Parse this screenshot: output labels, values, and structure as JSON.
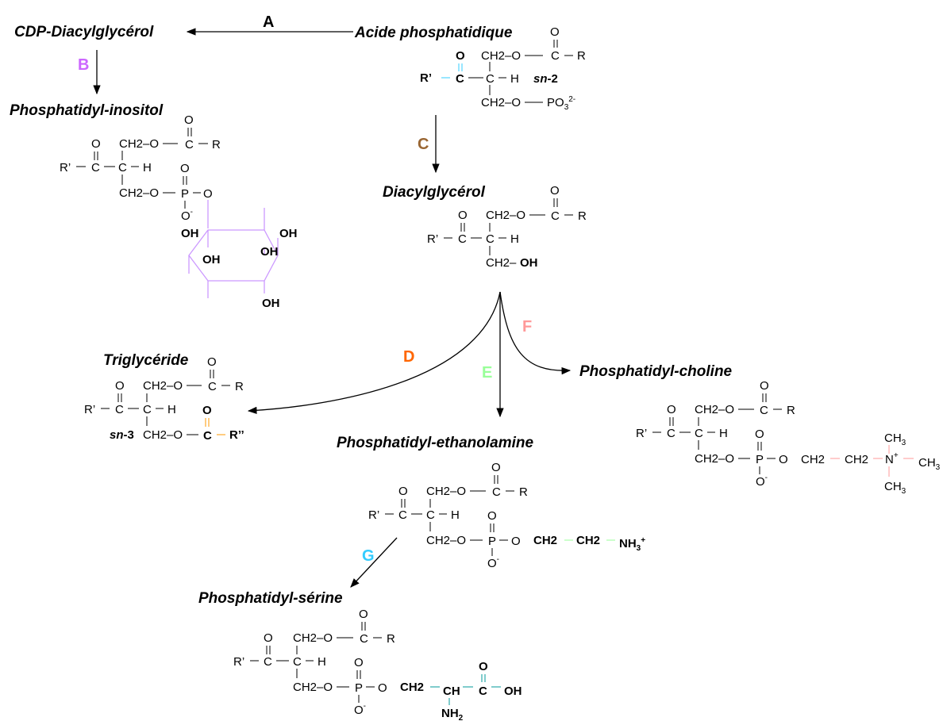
{
  "titles": {
    "cdp": "CDP-Diacylglycérol",
    "acide": "Acide phosphatidique",
    "pi": "Phosphatidyl-inositol",
    "dag": "Diacylglycérol",
    "tg": "Triglycéride",
    "pc": "Phosphatidyl-choline",
    "pe": "Phosphatidyl-ethanolamine",
    "ps": "Phosphatidyl-sérine"
  },
  "steps": {
    "a": "A",
    "b": "B",
    "c": "C",
    "d": "D",
    "e": "E",
    "f": "F",
    "g": "G"
  },
  "atoms": {
    "O": "O",
    "R": "R",
    "Rp": "R’",
    "C": "C",
    "H": "H",
    "P": "P",
    "ch2o": "CH2–O",
    "ch2": "CH2",
    "ch2_": "CH2–",
    "oh": "OH",
    "ch": "CH",
    "nh": "NH",
    "two": "2",
    "po": "PO",
    "three": "3",
    "charge_2m": "2-",
    "minus": "-",
    "plus": "+",
    "sn2": "sn",
    "sn2num": "-2",
    "sn3": "sn",
    "sn3num": "-3",
    "r2": "R’’",
    "nplus": "N",
    "ch3": "CH",
    "nh3": "NH"
  },
  "colors": {
    "black": "#000000",
    "blue": "#33ccff",
    "purple": "#cc66ff",
    "brown": "#996633",
    "orange": "#ff6600",
    "lightgreen": "#99ff99",
    "pink": "#ff9999",
    "lavender": "#cc99ff",
    "amber": "#ff9900",
    "teal": "#009999"
  }
}
